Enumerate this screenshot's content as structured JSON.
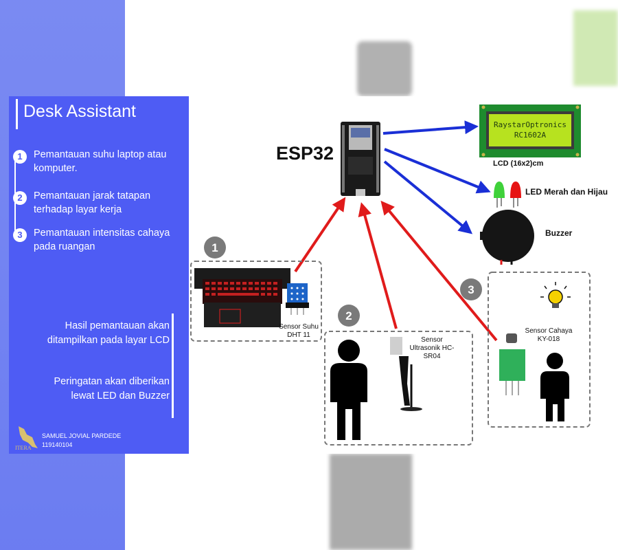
{
  "panel": {
    "title": "Desk Assistant",
    "steps": [
      {
        "num": "1",
        "text": "Pemantauan suhu laptop atau komputer."
      },
      {
        "num": "2",
        "text": "Pemantauan jarak tatapan terhadap layar kerja"
      },
      {
        "num": "3",
        "text": "Pemantauan intensitas cahaya pada ruangan"
      }
    ],
    "result_text": "Hasil pemantauan akan ditampilkan pada layar LCD",
    "warning_text": "Peringatan akan diberikan lewat LED dan Buzzer",
    "author_name": "SAMUEL JOVIAL PARDEDE",
    "author_id": "119140104",
    "logo_text": "ITERA"
  },
  "diagram": {
    "mcu_label": "ESP32",
    "lcd_label": "LCD (16x2)cm",
    "lcd_line1": "RaystarOptronics",
    "lcd_line2": "RC1602A",
    "led_label": "LED Merah dan Hijau",
    "buzzer_label": "Buzzer",
    "sensor1_label": "Sensor Suhu DHT 11",
    "sensor2_label": "Sensor Ultrasonik HC-SR04",
    "sensor3_label": "Sensor Cahaya KY-018",
    "group_numbers": [
      "1",
      "2",
      "3"
    ],
    "colors": {
      "output_arrow": "#1a2fd6",
      "input_arrow": "#e01b1b",
      "lcd_screen": "#b7e21f",
      "panel": "#4e5cf4"
    }
  }
}
